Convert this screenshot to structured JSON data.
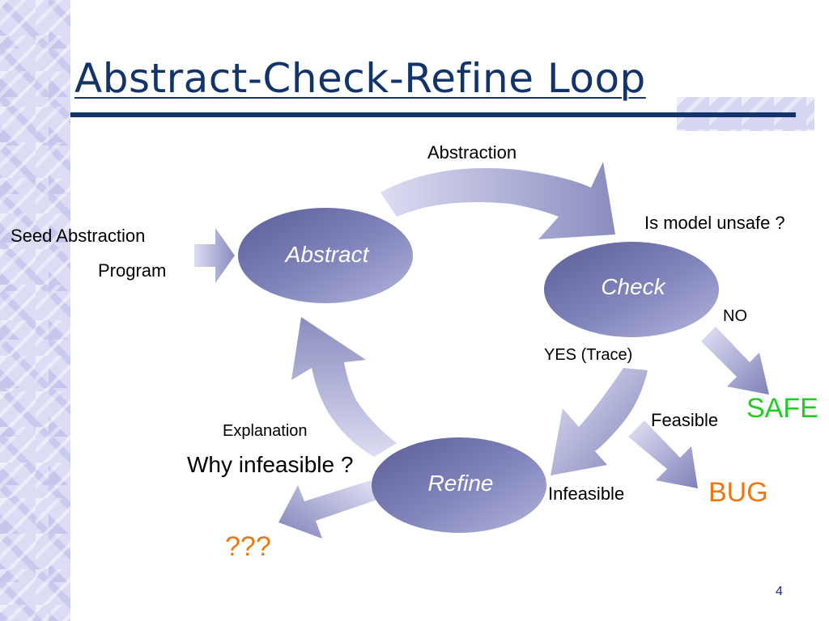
{
  "slide": {
    "title": "Abstract-Check-Refine Loop",
    "page_number": "4"
  },
  "nodes": {
    "abstract": "Abstract",
    "check": "Check",
    "refine": "Refine"
  },
  "labels": {
    "seed_abstraction": "Seed Abstraction",
    "program": "Program",
    "abstraction": "Abstraction",
    "is_model_unsafe": "Is model unsafe ?",
    "no": "NO",
    "yes_trace": "YES (Trace)",
    "feasible": "Feasible",
    "infeasible": "Infeasible",
    "explanation": "Explanation",
    "why_infeasible": "Why infeasible ?"
  },
  "outcomes": {
    "safe": "SAFE",
    "bug": "BUG",
    "unknown": "???"
  },
  "colors": {
    "title": "#13336b",
    "safe": "#22cc22",
    "outcome_orange": "#ee7711",
    "node_fill_dark": "#5f6299",
    "node_fill_light": "#a9abd3"
  }
}
